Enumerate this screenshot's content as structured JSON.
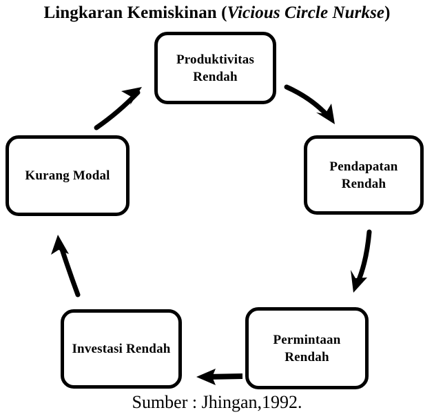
{
  "diagram": {
    "title": {
      "prefix": "Lingkaran Kemiskinan (",
      "latin": "Vicious Circle Nurkse",
      "suffix": ")",
      "full": "Lingkaran Kemiskinan (Vicious Circle Nurkse)"
    },
    "caption": "Sumber : Jhingan,1992.",
    "colors": {
      "stroke": "#000000",
      "fill": "#ffffff",
      "text": "#000000",
      "background": "#ffffff"
    },
    "nodes": [
      {
        "id": "produktivitas",
        "label": "Produktivitas Rendah",
        "line1": "Produktivitas",
        "line2": "Rendah",
        "position": "top"
      },
      {
        "id": "pendapatan",
        "label": "Pendapatan Rendah",
        "line1": "Pendapatan",
        "line2": "Rendah",
        "position": "right"
      },
      {
        "id": "permintaan",
        "label": "Permintaan Rendah",
        "line1": "Permintaan",
        "line2": "Rendah",
        "position": "bottom-right"
      },
      {
        "id": "investasi",
        "label": "Investasi Rendah",
        "line1": "Investasi",
        "line2": "Rendah",
        "position": "bottom-left"
      },
      {
        "id": "kurangmodal",
        "label": "Kurang Modal",
        "line1": "Kurang Modal",
        "line2": "",
        "position": "left"
      }
    ],
    "edges": [
      {
        "id": "produktivitas-to-pendapatan",
        "from": "produktivitas",
        "to": "pendapatan",
        "direction": "down-right"
      },
      {
        "id": "pendapatan-to-permintaan",
        "from": "pendapatan",
        "to": "permintaan",
        "direction": "down"
      },
      {
        "id": "permintaan-to-investasi",
        "from": "permintaan",
        "to": "investasi",
        "direction": "left"
      },
      {
        "id": "investasi-to-kurangmodal",
        "from": "investasi",
        "to": "kurangmodal",
        "direction": "up"
      },
      {
        "id": "kurangmodal-to-produktivitas",
        "from": "kurangmodal",
        "to": "produktivitas",
        "direction": "up-right"
      }
    ]
  }
}
